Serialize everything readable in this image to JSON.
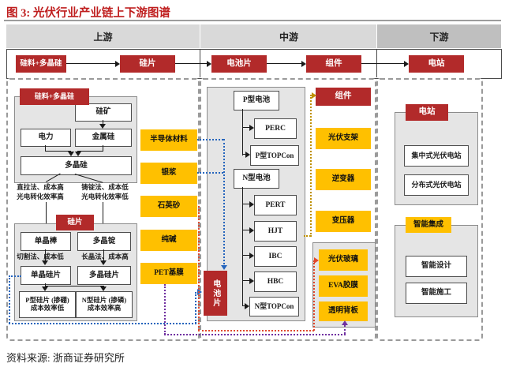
{
  "title": "图 3: 光伏行业产业链上下游图谱",
  "source": "资料来源: 浙商证券研究所",
  "headers": {
    "upstream": "上游",
    "midstream": "中游",
    "downstream": "下游"
  },
  "flow": [
    "硅料+多晶硅",
    "硅片",
    "电池片",
    "组件",
    "电站"
  ],
  "upstream": {
    "group1_label": "硅料+多晶硅",
    "silicon_ore": "硅矿",
    "power": "电力",
    "metal_silicon": "金属硅",
    "polysilicon": "多晶硅",
    "note_left1": "直拉法、成本高",
    "note_left2": "光电转化效率高",
    "note_right1": "铸锭法、成本低",
    "note_right2": "光电转化效率低",
    "group2_label": "硅片",
    "mono_rod": "单晶棒",
    "poly_ingot": "多晶锭",
    "cut_note": "切割法、成本低",
    "grow_note": "长晶法、成本高",
    "mono_wafer": "单晶硅片",
    "poly_wafer": "多晶硅片",
    "p_wafer_line1": "P型硅片 (掺硼)",
    "p_wafer_line2": "成本效率低",
    "n_wafer_line1": "N型硅片 (掺磷)",
    "n_wafer_line2": "成本效率高"
  },
  "materials": [
    "半导体材料",
    "银浆",
    "石英砂",
    "纯碱",
    "PET基膜"
  ],
  "midstream": {
    "cell_vertical": "电池片",
    "p_cell": "P型电池",
    "p_children": [
      "PERC",
      "P型TOPCon"
    ],
    "n_cell": "N型电池",
    "n_children": [
      "PERT",
      "HJT",
      "IBC",
      "HBC",
      "N型TOPCon"
    ],
    "module": "组件",
    "components": [
      "光伏支架",
      "逆变器",
      "变压器"
    ],
    "module_materials": [
      "光伏玻璃",
      "EVA胶膜",
      "透明背板"
    ]
  },
  "downstream": {
    "station_label": "电站",
    "stations": [
      "集中式光伏电站",
      "分布式光伏电站"
    ],
    "integration_label": "智能集成",
    "integration_items": [
      "智能设计",
      "智能施工"
    ]
  },
  "colors": {
    "accent_red": "#b22a2a",
    "title_red": "#bf1e1e",
    "yellow": "#ffc000",
    "header_gray": "#d9d9d9",
    "header_dark_gray": "#bfbfbf",
    "connector_blue": "#2565bd",
    "connector_orange_red": "#e2482c",
    "connector_purple": "#7030a0",
    "connector_gold": "#bf9000"
  }
}
